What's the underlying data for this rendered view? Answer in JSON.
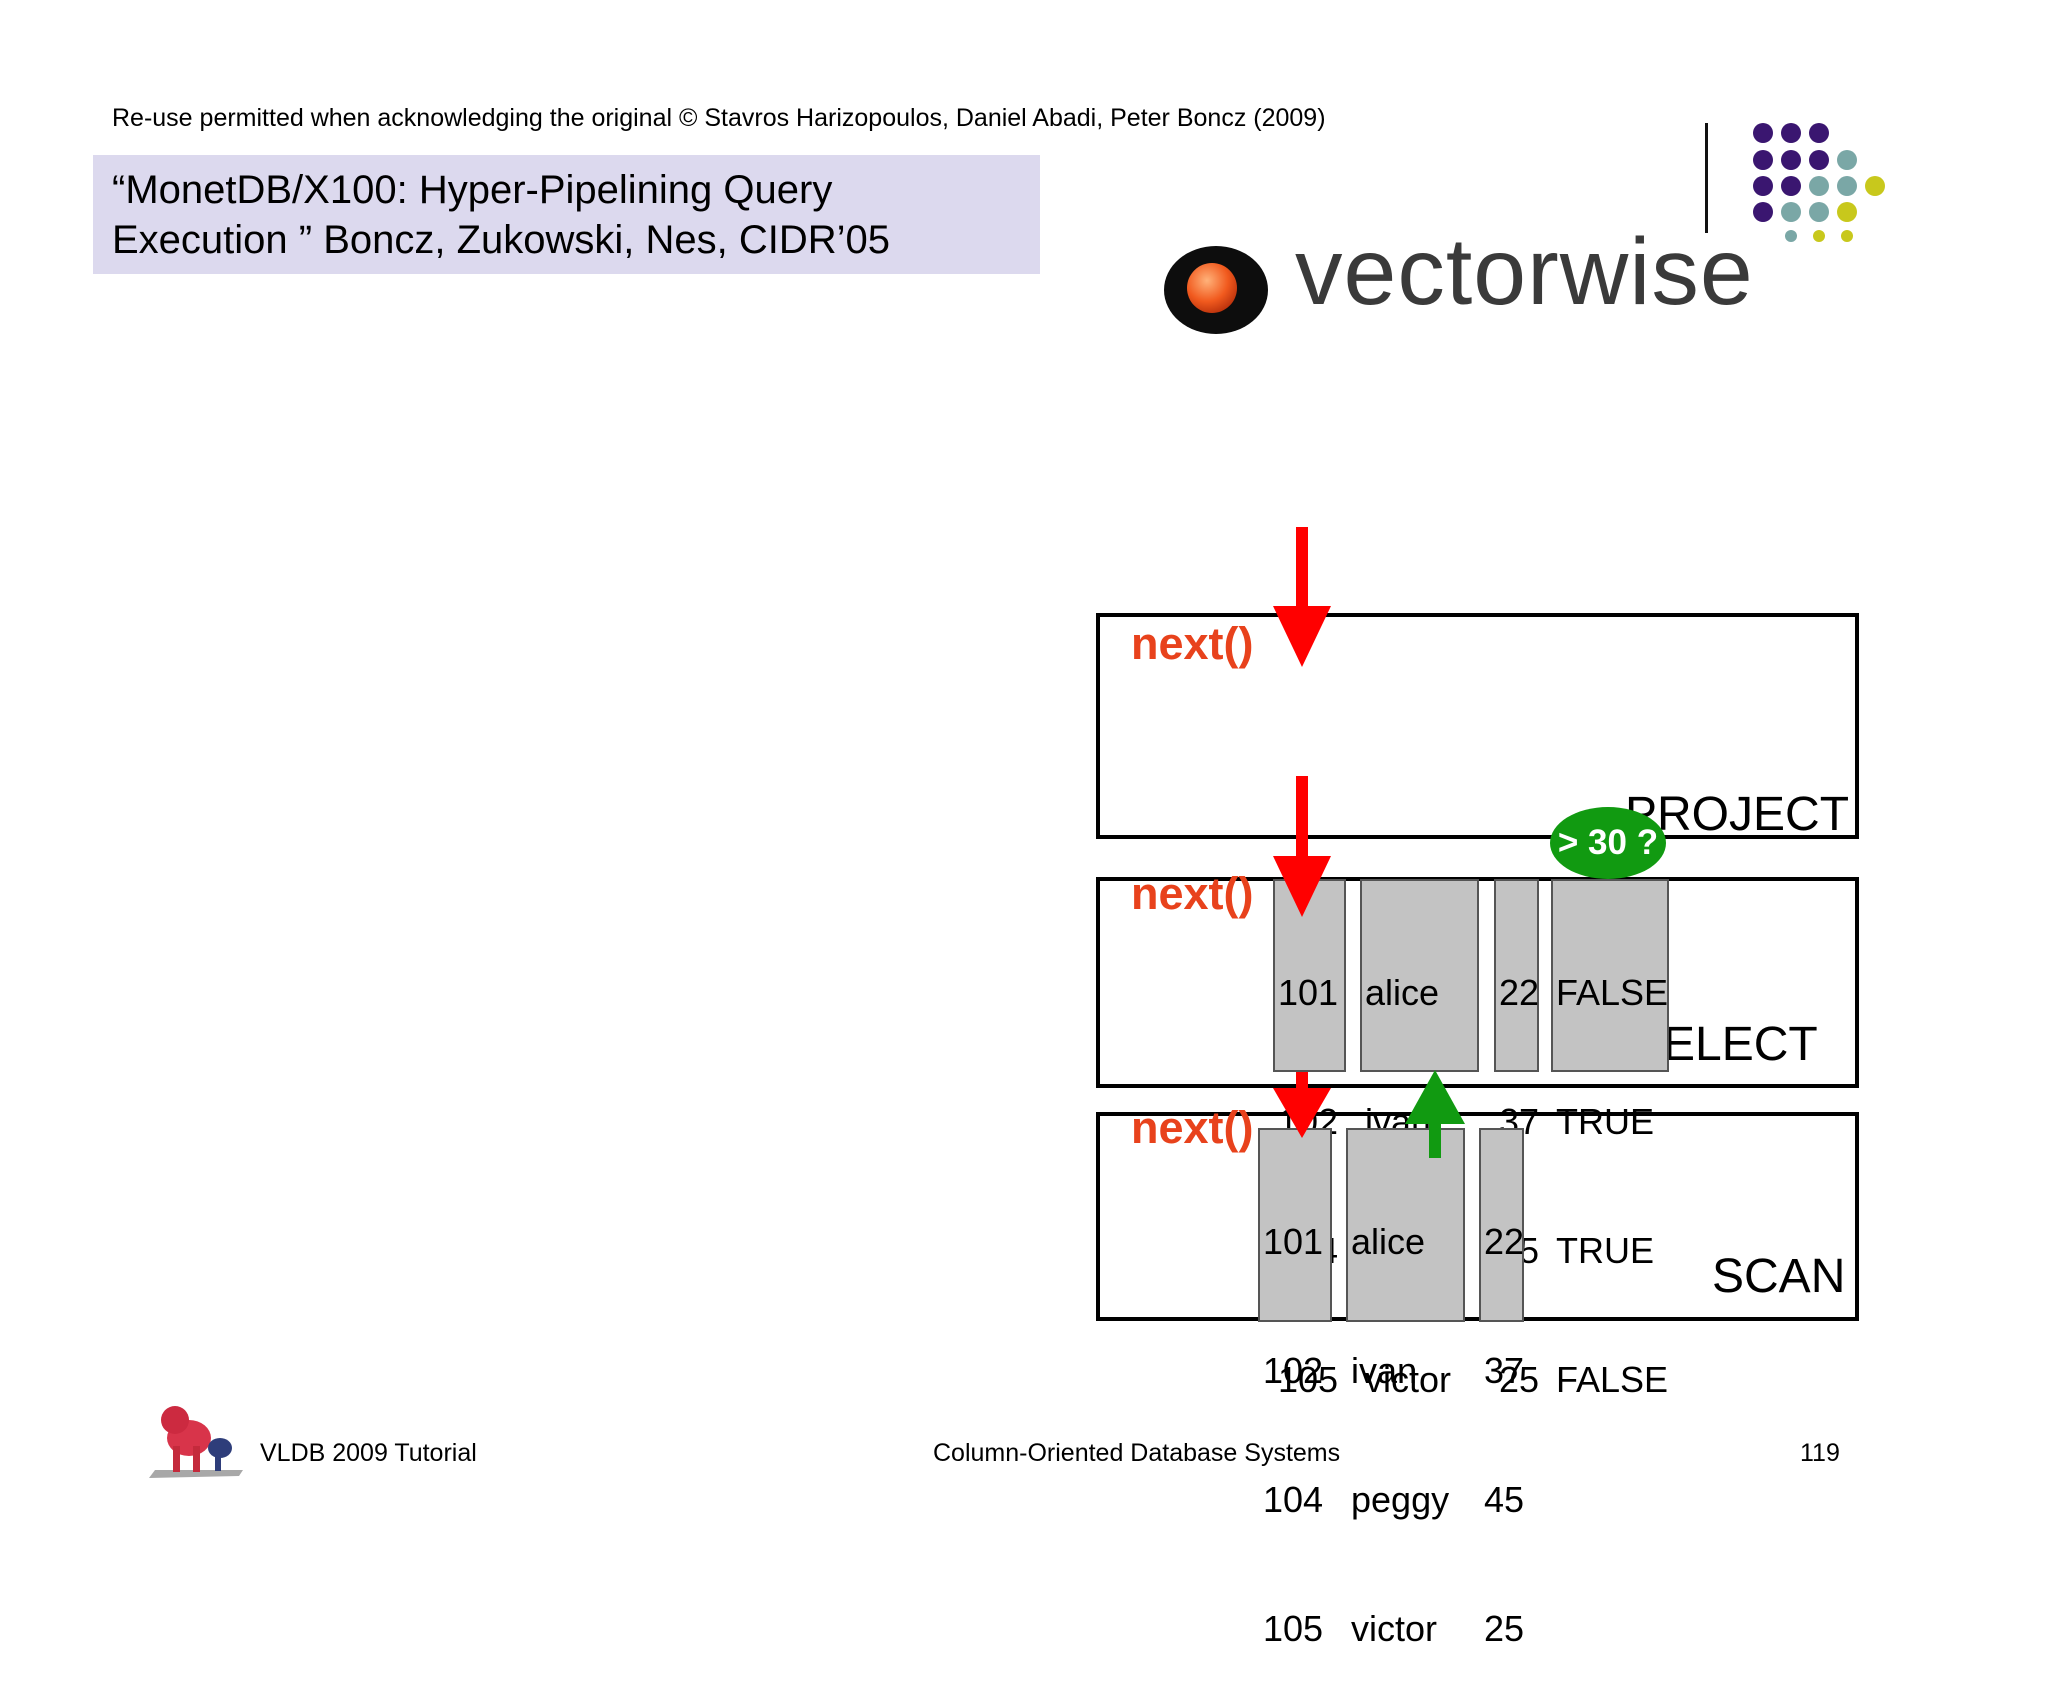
{
  "header": {
    "copyright": "Re-use permitted when acknowledging the original © Stavros Harizopoulos, Daniel Abadi, Peter Boncz (2009)",
    "title_line1": "“MonetDB/X100: Hyper-Pipelining Query",
    "title_line2": "Execution ” Boncz, Zukowski, Nes, CIDR’05"
  },
  "logo": {
    "text": "vectorwise"
  },
  "diagram": {
    "next_label": "next()",
    "operators": {
      "project": "PROJECT",
      "select": "SELECT",
      "scan": "SCAN"
    },
    "condition": "> 30 ?",
    "select_columns": {
      "ids": [
        "101",
        "102",
        "104",
        "105"
      ],
      "names": [
        "alice",
        "ivan",
        "peggy",
        "victor"
      ],
      "ages": [
        "22",
        "37",
        "45",
        "25"
      ],
      "flags": [
        "FALSE",
        "TRUE",
        "TRUE",
        "FALSE"
      ]
    },
    "scan_columns": {
      "ids": [
        "101",
        "102",
        "104",
        "105"
      ],
      "names": [
        "alice",
        "ivan",
        "peggy",
        "victor"
      ],
      "ages": [
        "22",
        "37",
        "45",
        "25"
      ]
    },
    "colors": {
      "call_arrow": "#ff0000",
      "return_arrow": "#119a11",
      "next_text": "#e8421c",
      "vector_fill": "#c3c3c3"
    }
  },
  "footer": {
    "left": "VLDB 2009 Tutorial",
    "center": "Column-Oriented Database Systems",
    "page": "119"
  }
}
